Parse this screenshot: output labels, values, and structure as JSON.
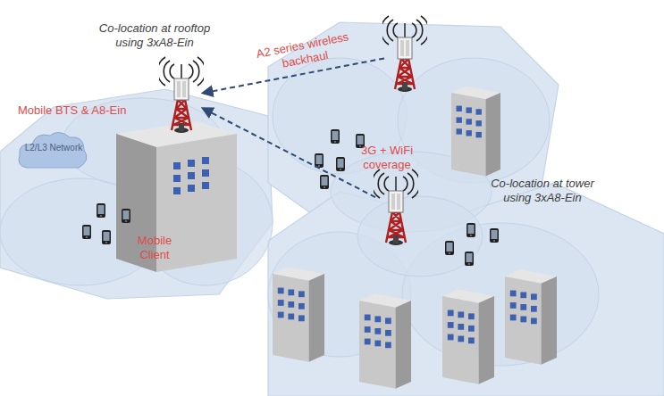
{
  "diagram": {
    "nodes": [
      {
        "text": [
          "Co-location at rooftop using 3xA8-Ein",
          "Mobile BTS & A8-Ein"
        ]
      },
      {
        "text": [
          "L2/L3 Network"
        ]
      },
      {
        "text": []
      },
      {
        "text": [
          "Co-location at tower using 3xA8-Ein"
        ]
      }
    ],
    "edges": [
      {
        "from": 2,
        "to": 0,
        "arrow": "to",
        "label": "A2 series wireless backhaul"
      },
      {
        "from": 3,
        "to": 0,
        "arrow": "to"
      }
    ],
    "labels": [
      "3G + WiFi coverage",
      "Mobile Client"
    ]
  }
}
